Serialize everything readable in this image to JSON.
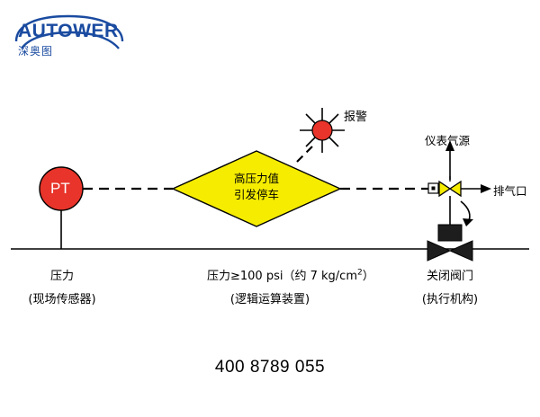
{
  "logo": {
    "brand": "AUTOWER",
    "sub": "深奥图",
    "color": "#1a4ba0"
  },
  "diagram": {
    "sensor": {
      "tag": "PT",
      "label": "压力",
      "sublabel": "(现场传感器)",
      "color": "#e8342a"
    },
    "logic": {
      "line1": "高压力值",
      "line2": "引发停车",
      "label": "压力≥100 psi（约 7 kg/cm",
      "label_sup": "2",
      "label_end": "）",
      "sublabel": "(逻辑运算装置)",
      "fill": "#f5ec00"
    },
    "alarm": {
      "label": "报警",
      "color": "#e8342a"
    },
    "actuator": {
      "supply_label": "仪表气源",
      "vent_label": "排气口",
      "label": "关闭阀门",
      "sublabel": "(执行机构)",
      "valve_color": "#1d1d1d",
      "solenoid_color": "#f5ec00"
    }
  },
  "footer": {
    "phone": "400 8789 055"
  }
}
